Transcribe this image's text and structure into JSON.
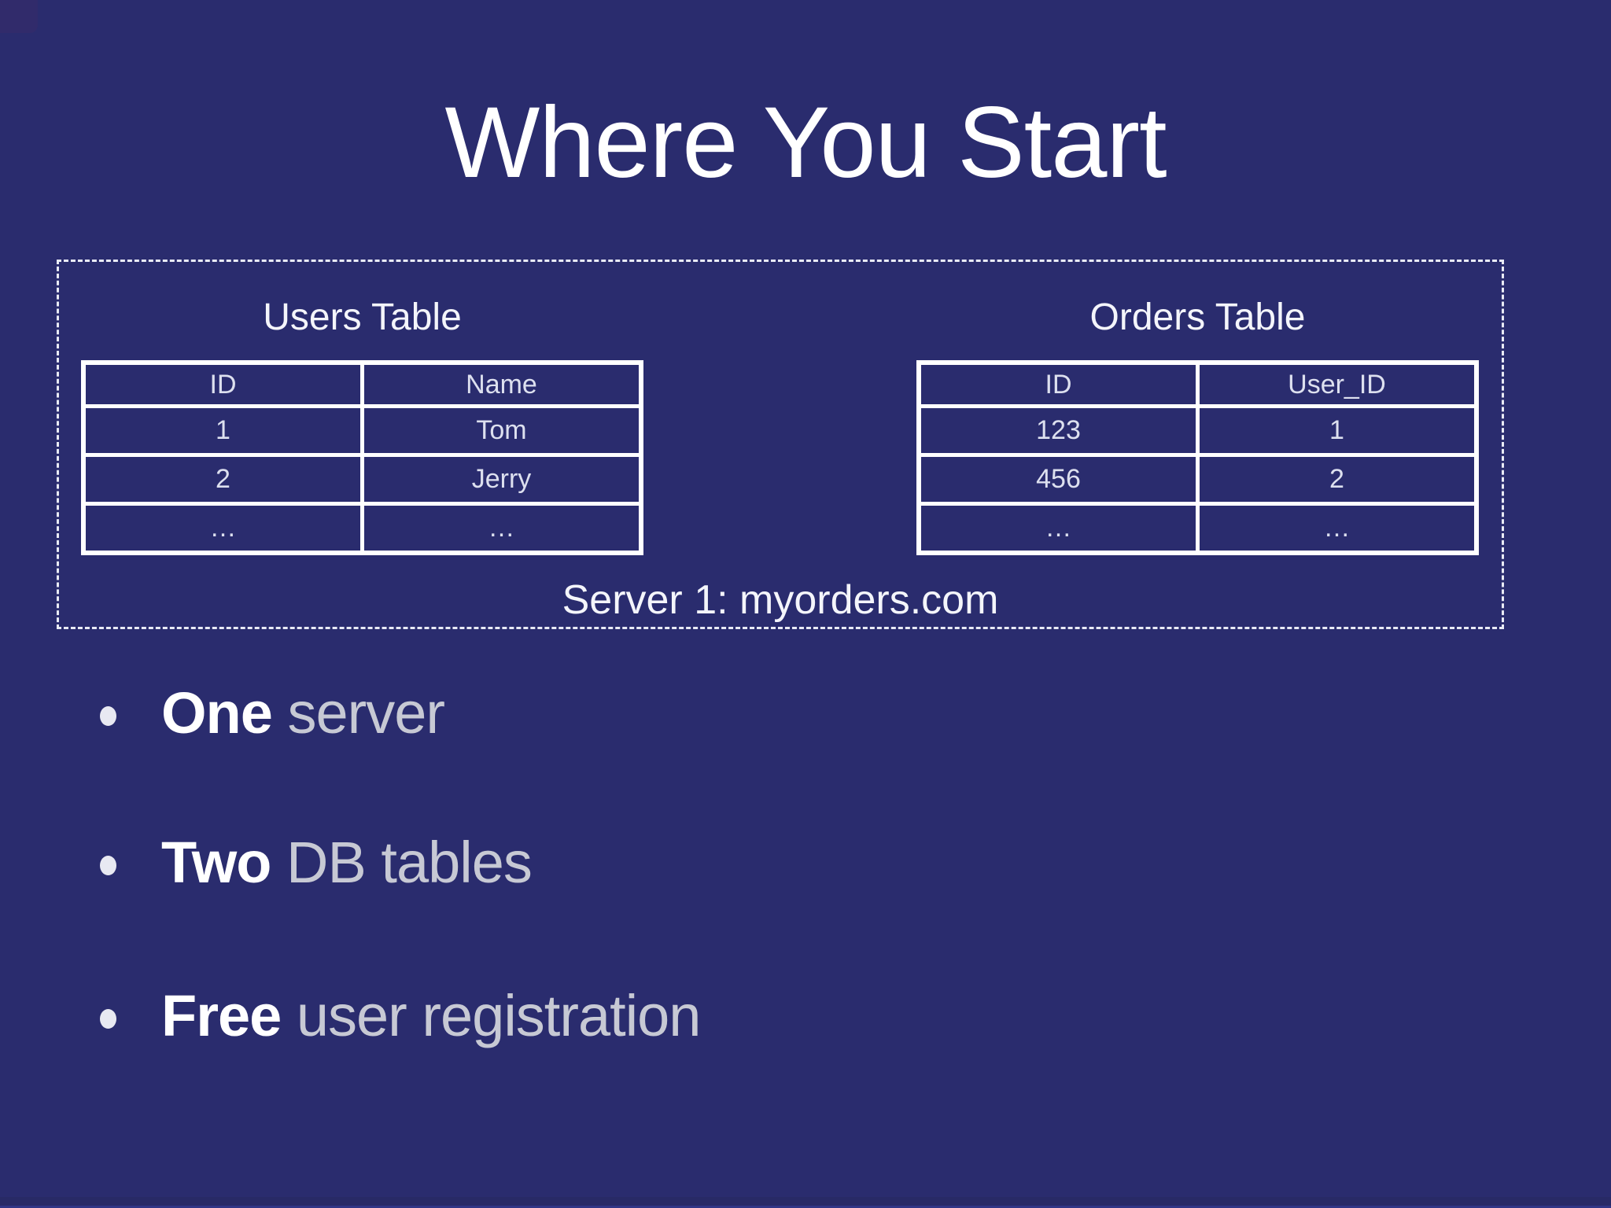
{
  "title": "Where You Start",
  "server_group": {
    "label": "Server 1: myorders.com"
  },
  "tables": [
    {
      "title": "Users Table",
      "headers": [
        "ID",
        "Name"
      ],
      "rows": [
        [
          "1",
          "Tom"
        ],
        [
          "2",
          "Jerry"
        ],
        [
          "…",
          "…"
        ]
      ]
    },
    {
      "title": "Orders Table",
      "headers": [
        "ID",
        "User_ID"
      ],
      "rows": [
        [
          "123",
          "1"
        ],
        [
          "456",
          "2"
        ],
        [
          "…",
          "…"
        ]
      ]
    }
  ],
  "bullets": [
    {
      "bold": "One",
      "rest": " server"
    },
    {
      "bold": "Two",
      "rest": " DB tables"
    },
    {
      "bold": "Free",
      "rest": " user registration"
    }
  ],
  "colors": {
    "background": "#2a2c6e",
    "title_text": "#ffffff",
    "bullet_bold": "#ffffff",
    "bullet_regular": "#c7c9d4",
    "table_border": "#ffffff",
    "table_text": "#dde0ef",
    "dashed_border": "#e9ebf5"
  }
}
